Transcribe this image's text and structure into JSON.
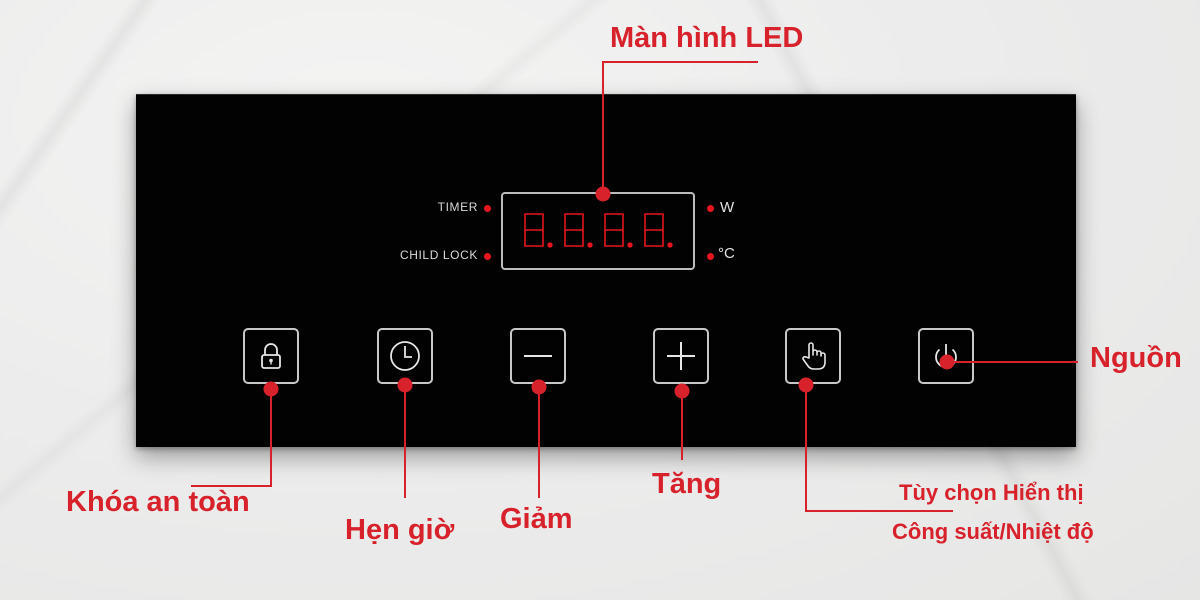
{
  "colors": {
    "accent": "#d8222b",
    "panel": "#020202",
    "led": "#e5161f",
    "button_outline": "#c8c8c8",
    "background": "#ececec"
  },
  "display": {
    "callout": "Màn hình LED",
    "digits": [
      "8.",
      "8.",
      "8.",
      "8."
    ],
    "indicators_left": [
      {
        "label": "TIMER"
      },
      {
        "label": "CHILD LOCK"
      }
    ],
    "indicators_right": [
      {
        "label": "W"
      },
      {
        "label": "°C"
      }
    ]
  },
  "buttons": [
    {
      "icon": "lock-icon",
      "callout": "Khóa an toàn"
    },
    {
      "icon": "clock-icon",
      "callout": "Hẹn giờ"
    },
    {
      "icon": "minus-icon",
      "callout": "Giảm"
    },
    {
      "icon": "plus-icon",
      "callout": "Tăng"
    },
    {
      "icon": "hand-pointer-icon",
      "callout_line1": "Tùy chọn Hiển thị",
      "callout_line2": "Công suất/Nhiệt độ"
    },
    {
      "icon": "power-icon",
      "callout": "Nguồn"
    }
  ]
}
